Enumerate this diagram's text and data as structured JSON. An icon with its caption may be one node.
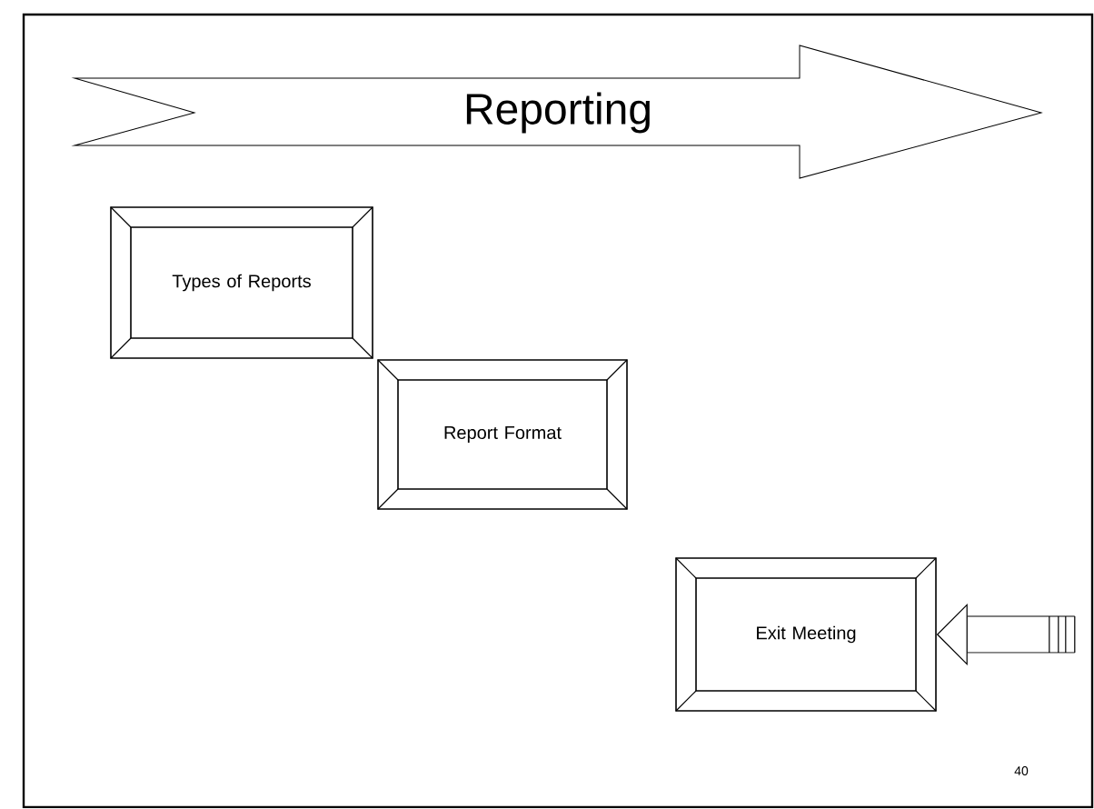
{
  "diagram": {
    "title": "Reporting",
    "nodes": [
      {
        "text": [
          "Types of Reports"
        ]
      },
      {
        "text": [
          "Report Format"
        ]
      },
      {
        "text": [
          "Exit Meeting"
        ]
      }
    ],
    "edges": [
      {
        "from": null,
        "to": 2,
        "arrow": "to"
      }
    ],
    "labels": [
      "40"
    ]
  }
}
